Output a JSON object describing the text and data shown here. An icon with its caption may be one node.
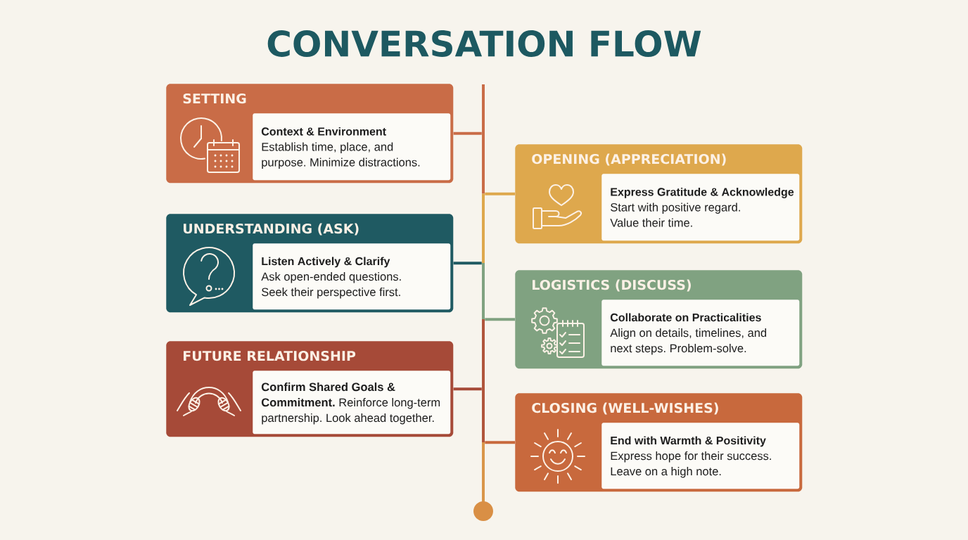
{
  "diagram": {
    "title": "CONVERSATION FLOW",
    "nodes": [
      {
        "text": [
          "SETTING"
        ]
      },
      {
        "text": [
          "Context & Environment",
          "Establish time, place, and purpose. Minimize distractions."
        ],
        "in": 0
      },
      {
        "text": [
          "OPENING (APPRECIATION)"
        ]
      },
      {
        "text": [
          "Express Gratitude & Acknowledge",
          "Start with positive regard. Value their time."
        ],
        "in": 2
      },
      {
        "text": [
          "UNDERSTANDING (ASK)"
        ]
      },
      {
        "text": [
          "Listen Actively & Clarify",
          "Ask open-ended questions. Seek their perspective first."
        ],
        "in": 4
      },
      {
        "text": [
          "LOGISTICS (DISCUSS)"
        ]
      },
      {
        "text": [
          "Collaborate on Practicalities",
          "Align on details, timelines, and next steps. Problem-solve."
        ],
        "in": 6
      },
      {
        "text": [
          "FUTURE RELATIONSHIP"
        ]
      },
      {
        "text": [
          "**Confirm Shared Goals & Commitment.** Reinforce long-term partnership. Look ahead together."
        ],
        "in": 8
      },
      {
        "text": [
          "CLOSING (WELL-WISHES)"
        ]
      },
      {
        "text": [
          "End with Warmth & Positivity",
          "Express hope for their success. Leave on a high note."
        ],
        "in": 10
      },
      {
        "text": [],
        "shape": "bar"
      }
    ],
    "edges": [
      {
        "from": 12,
        "to": 0,
        "arrow": "none",
        "color": "#c96c47"
      },
      {
        "from": 12,
        "to": 2,
        "arrow": "none",
        "color": "#dea84d"
      },
      {
        "from": 12,
        "to": 4,
        "arrow": "none",
        "color": "#1f5a62"
      },
      {
        "from": 12,
        "to": 6,
        "arrow": "none",
        "color": "#80a281"
      },
      {
        "from": 12,
        "to": 8,
        "arrow": "none",
        "color": "#a64a38"
      },
      {
        "from": 12,
        "to": 10,
        "arrow": "none",
        "color": "#c8693d"
      }
    ]
  }
}
